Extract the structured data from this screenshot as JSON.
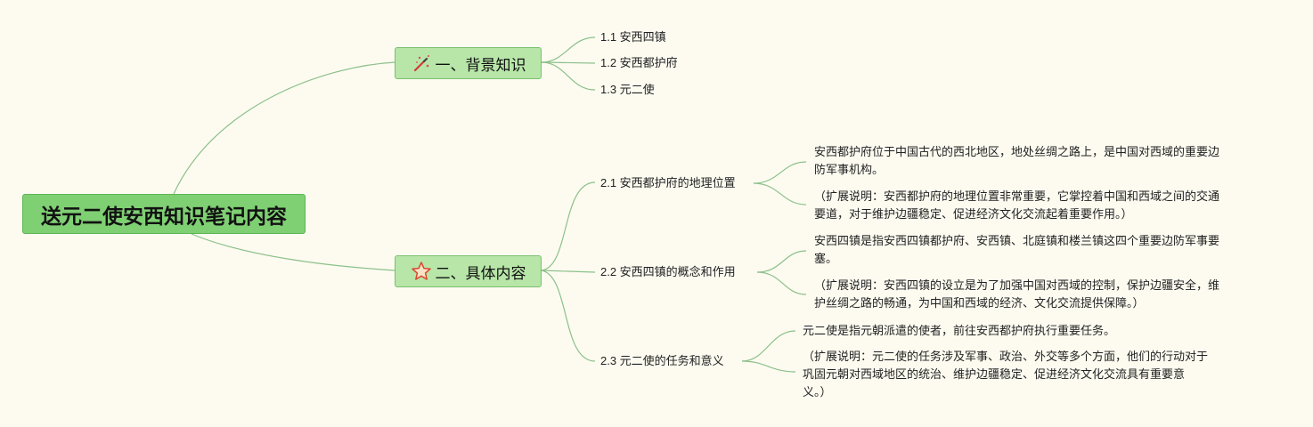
{
  "root": {
    "label": "送元二使安西知识笔记内容"
  },
  "branches": [
    {
      "label": "一、背景知识",
      "icon": "magic-wand-icon",
      "children": [
        {
          "label": "1.1 安西四镇"
        },
        {
          "label": "1.2 安西都护府"
        },
        {
          "label": "1.3 元二使"
        }
      ]
    },
    {
      "label": "二、具体内容",
      "icon": "star-icon",
      "children": [
        {
          "label": "2.1 安西都护府的地理位置",
          "notes": [
            [
              "安西都护府位于中国古代的西北地区，地处丝绸之路上，是中国对西域的重要边",
              "防军事机构。"
            ],
            [
              "（扩展说明：安西都护府的地理位置非常重要，它掌控着中国和西域之间的交通",
              "要道，对于维护边疆稳定、促进经济文化交流起着重要作用。）"
            ]
          ]
        },
        {
          "label": "2.2 安西四镇的概念和作用",
          "notes": [
            [
              "安西四镇是指安西四镇都护府、安西镇、北庭镇和楼兰镇这四个重要边防军事要",
              "塞。"
            ],
            [
              "（扩展说明：安西四镇的设立是为了加强中国对西域的控制，保护边疆安全，维",
              "护丝绸之路的畅通，为中国和西域的经济、文化交流提供保障。）"
            ]
          ]
        },
        {
          "label": "2.3 元二使的任务和意义",
          "notes": [
            [
              "元二使是指元朝派遣的使者，前往安西都护府执行重要任务。"
            ],
            [
              "（扩展说明：元二使的任务涉及军事、政治、外交等多个方面，他们的行动对于",
              "巩固元朝对西域地区的统治、维护边疆稳定、促进经济文化交流具有重要意",
              "义。）"
            ]
          ]
        }
      ]
    }
  ],
  "colors": {
    "link": "#8cc08a",
    "root": "#7fcf73",
    "branch": "#b7e6a8",
    "background": "#fdfbf0"
  }
}
